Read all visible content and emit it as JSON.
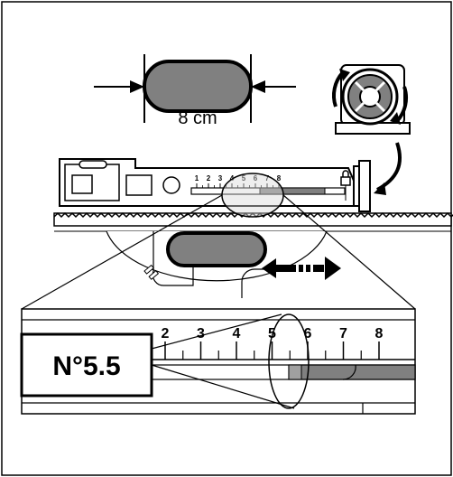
{
  "buttonhole_size_label": "8 cm",
  "setting_label": "N°5.5",
  "scale_small": [
    "1",
    "2",
    "3",
    "4",
    "5",
    "6",
    "7",
    "8"
  ],
  "scale_large": [
    "2",
    "3",
    "4",
    "5",
    "6",
    "7",
    "8"
  ],
  "colors": {
    "stroke": "#000000",
    "fill_gray": "#808080",
    "fill_light": "#d9d9d9",
    "background": "#ffffff"
  },
  "icons": [
    "buttonhole-shape-icon",
    "bobbin-case-icon",
    "lock-icon",
    "double-arrow-icon",
    "curved-arrow-icon"
  ]
}
